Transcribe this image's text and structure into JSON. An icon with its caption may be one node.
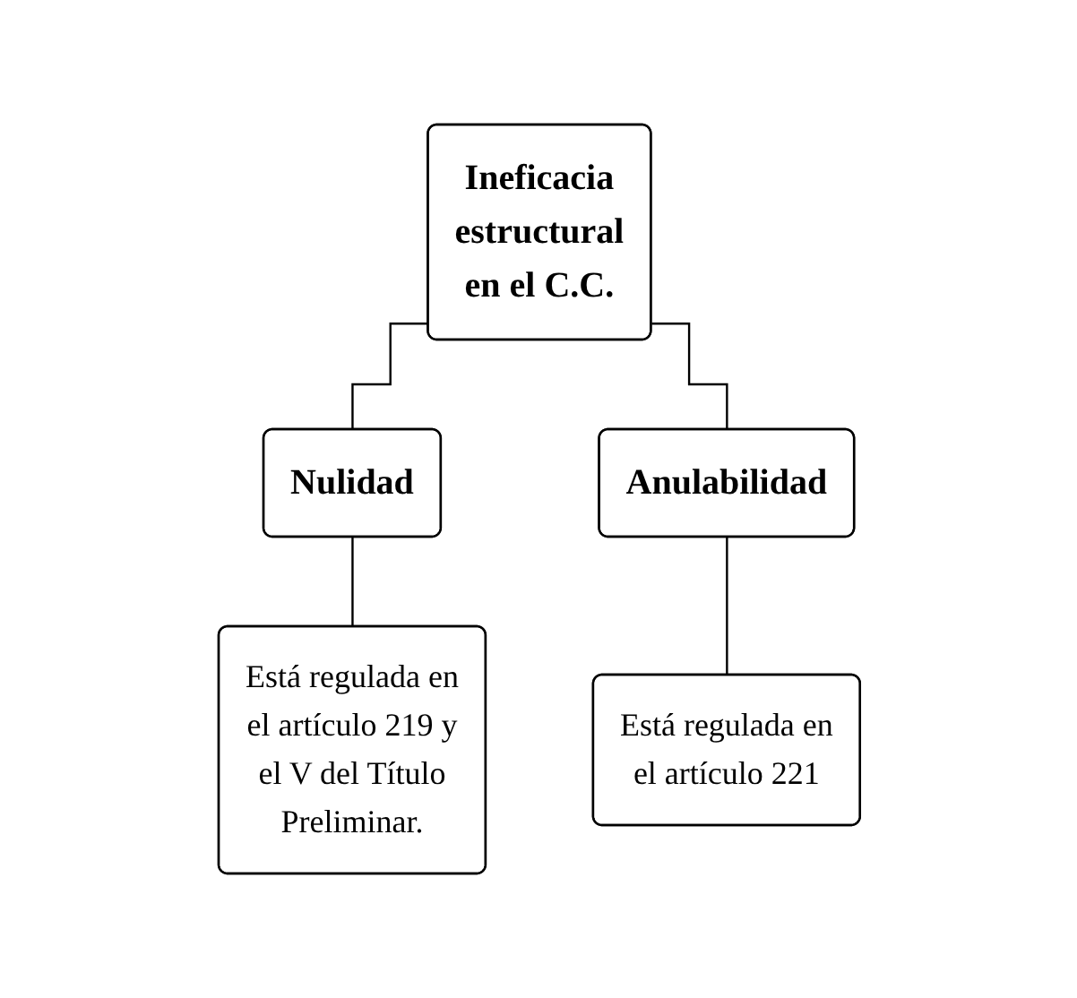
{
  "diagram": {
    "nodes": [
      {
        "text": [
          "Ineficacia estructural en el C.C."
        ]
      },
      {
        "text": [
          "Nulidad"
        ]
      },
      {
        "text": [
          "Anulabilidad"
        ]
      },
      {
        "text": [
          "Está regulada en el artículo 219 y el V del Título Preliminar."
        ]
      },
      {
        "text": [
          "Está regulada en el artículo 221"
        ]
      }
    ],
    "edges": [
      {
        "from": 0,
        "to": 1,
        "arrow": "none"
      },
      {
        "from": 0,
        "to": 2,
        "arrow": "none"
      },
      {
        "from": 1,
        "to": 3,
        "arrow": "none"
      },
      {
        "from": 2,
        "to": 4,
        "arrow": "none"
      }
    ]
  }
}
